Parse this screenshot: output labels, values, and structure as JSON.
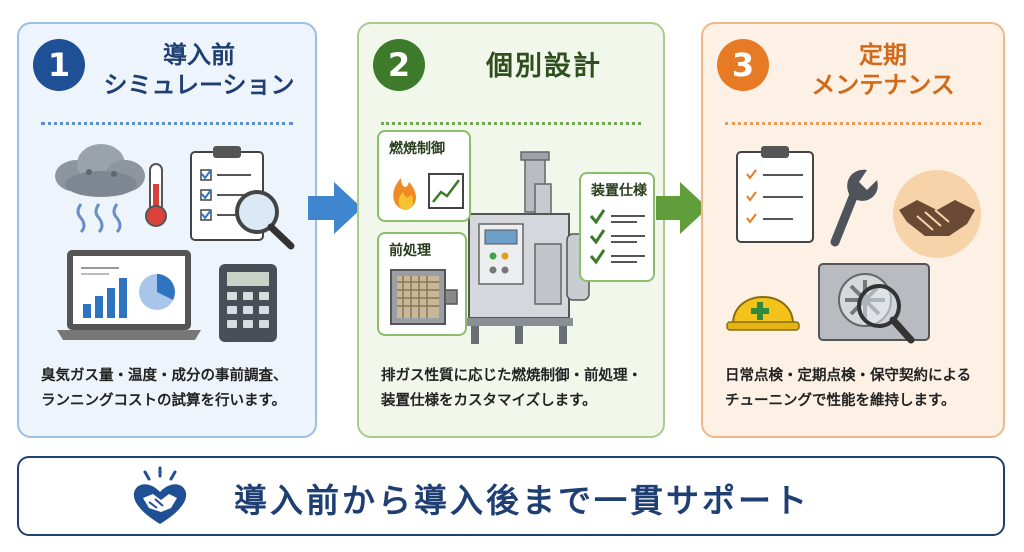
{
  "steps": [
    {
      "number": "1",
      "title_line1": "導入前",
      "title_line2": "シミュレーション",
      "description_line1": "臭気ガス量・温度・成分の事前調査、",
      "description_line2": "ランニングコストの試算を行います。"
    },
    {
      "number": "2",
      "title": "個別設計",
      "callouts": {
        "combustion": "燃焼制御",
        "pretreatment": "前処理",
        "equipment": "装置仕様"
      },
      "description_line1": "排ガス性質に応じた燃焼制御・前処理・",
      "description_line2": "装置仕様をカスタマイズします。"
    },
    {
      "number": "3",
      "title_line1": "定期",
      "title_line2": "メンテナンス",
      "description_line1": "日常点検・定期点検・保守契約による",
      "description_line2": "チューニングで性能を維持します。"
    }
  ],
  "footer": {
    "text": "導入前から導入後まで一貫サポート",
    "icon": "heart-handshake-icon"
  },
  "colors": {
    "step1": "#1f4f94",
    "step2": "#3d7a2a",
    "step3": "#e77a25",
    "footer": "#1f3f73"
  }
}
